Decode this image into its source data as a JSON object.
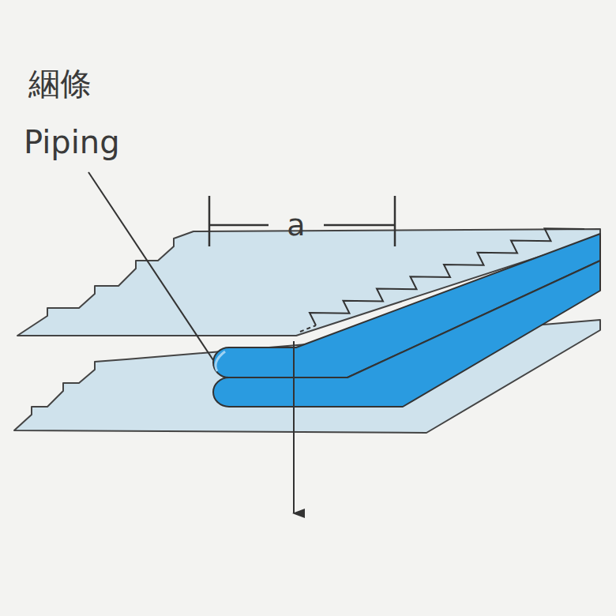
{
  "diagram": {
    "labels": [
      "綑條",
      "Piping",
      "a"
    ]
  }
}
